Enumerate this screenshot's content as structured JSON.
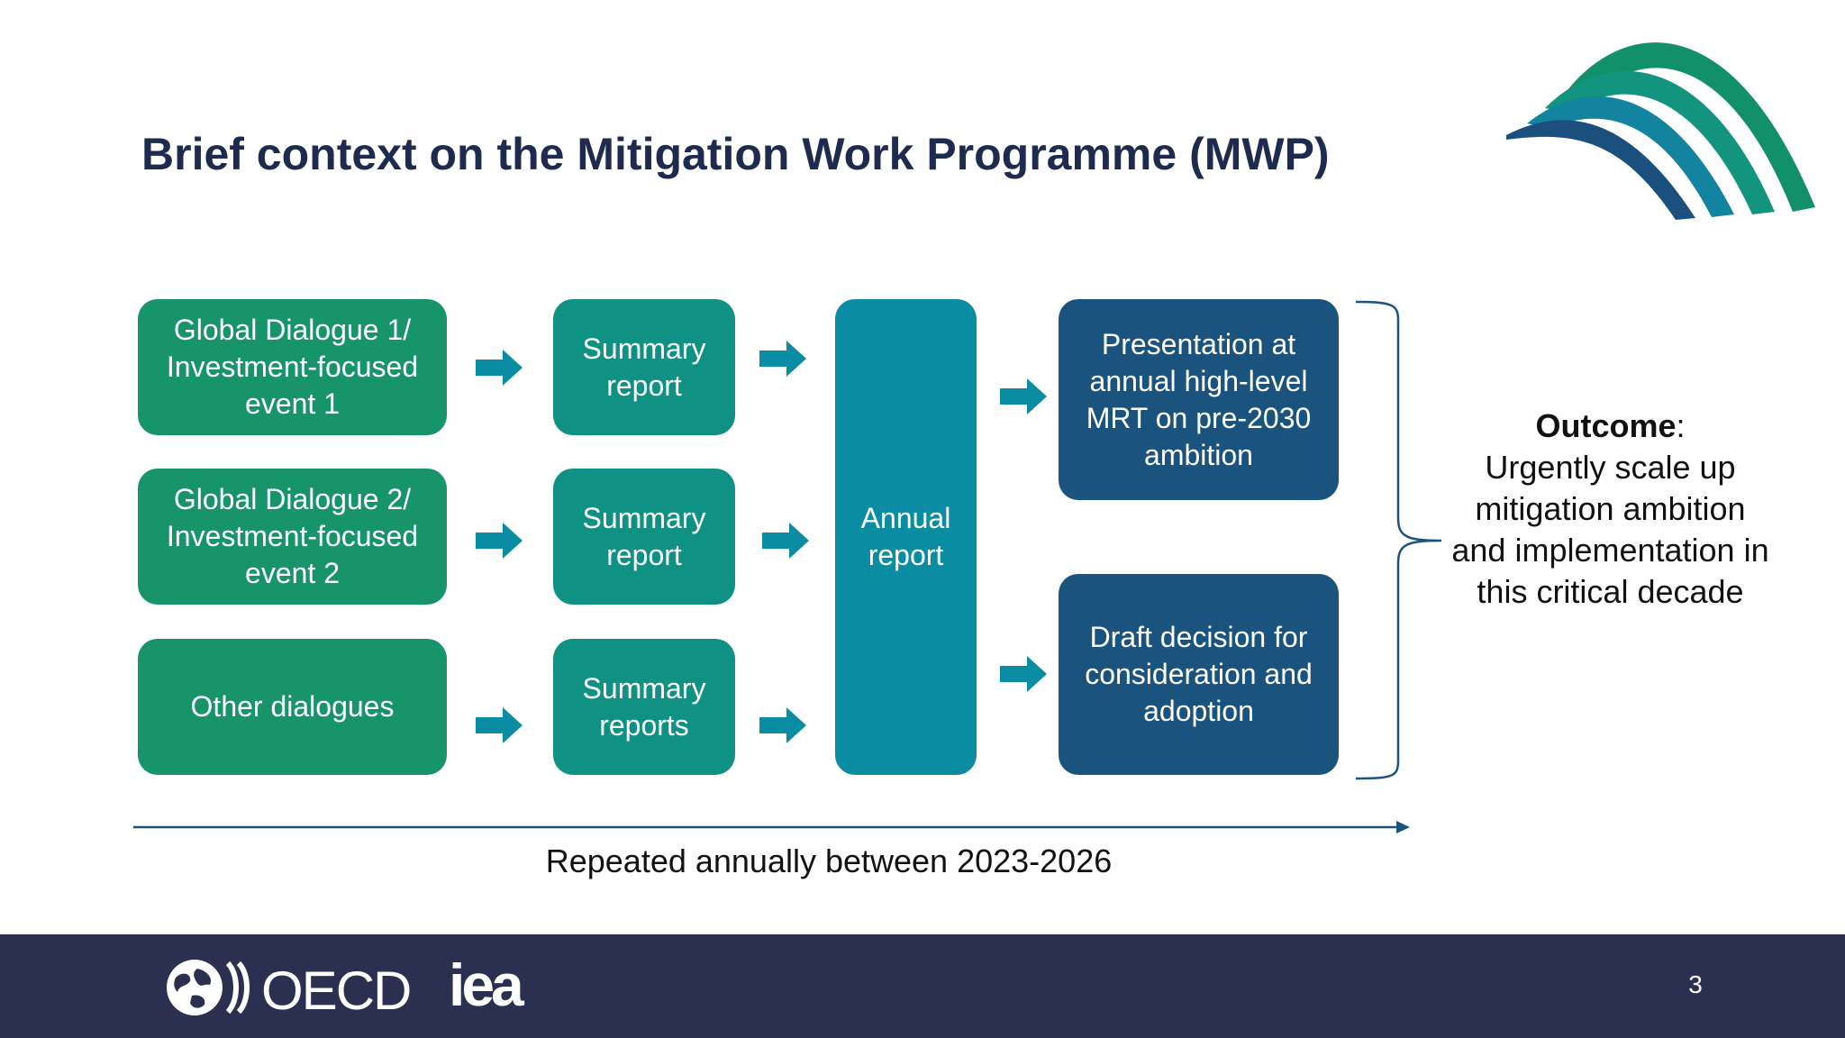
{
  "slide": {
    "title": "Brief context on the Mitigation Work Programme (MWP)",
    "page_number": "3"
  },
  "inputs": [
    "Global Dialogue 1/ Investment-focused event 1",
    "Global Dialogue 2/ Investment-focused event 2",
    "Other dialogues"
  ],
  "summaries": [
    "Summary report",
    "Summary report",
    "Summary reports"
  ],
  "annual_report": "Annual report",
  "outputs": [
    "Presentation at annual high-level MRT on pre-2030 ambition",
    "Draft decision for consideration and adoption"
  ],
  "outcome": {
    "label": "Outcome",
    "text": "Urgently scale up mitigation ambition and implementation in this critical decade"
  },
  "timeline": "Repeated annually between 2023-2026",
  "footer": {
    "oecd": "OECD",
    "iea": "iea"
  },
  "colors": {
    "title": "#1e2b4e",
    "green": "#179469",
    "teal": "#0f9184",
    "cyan": "#0a8ca3",
    "navy": "#1a537d",
    "arrow": "#0a8ca3",
    "footer": "#2b3050"
  }
}
